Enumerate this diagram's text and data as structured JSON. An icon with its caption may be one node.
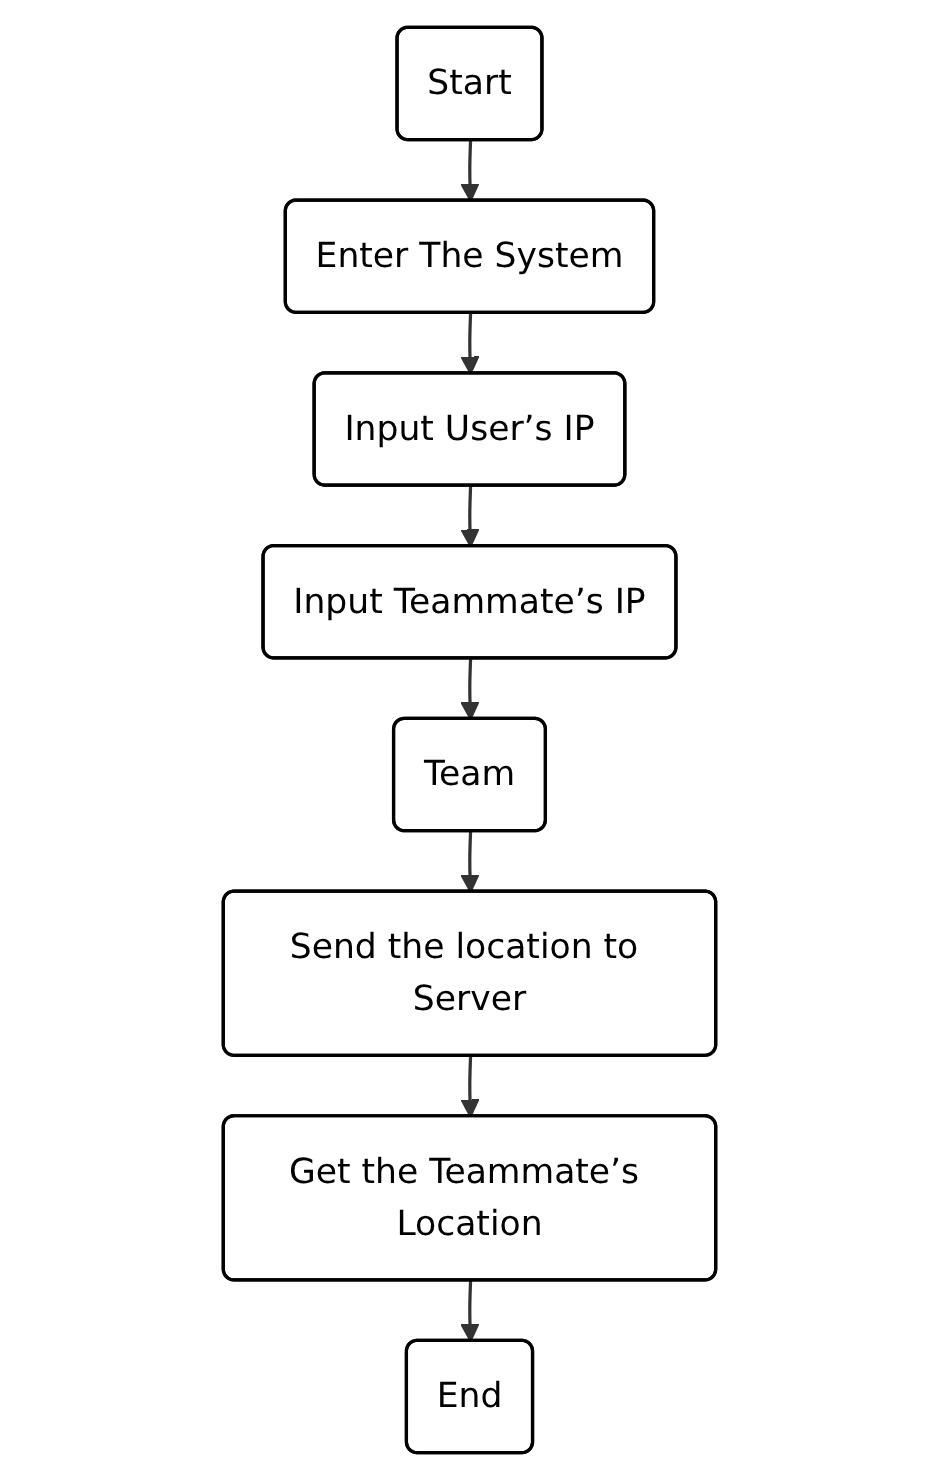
{
  "diagram": {
    "nodes": [
      {
        "text": [
          "Start"
        ]
      },
      {
        "text": [
          "Enter The System"
        ]
      },
      {
        "text": [
          "Input User’s IP"
        ]
      },
      {
        "text": [
          "Input Teammate’s IP"
        ]
      },
      {
        "text": [
          "Team"
        ]
      },
      {
        "text": [
          "Send the location to Server"
        ]
      },
      {
        "text": [
          "Get the Teammate’s Location"
        ]
      },
      {
        "text": [
          "End"
        ]
      }
    ],
    "edges": [
      {
        "from": 0,
        "to": 1,
        "arrow": "to"
      },
      {
        "from": 1,
        "to": 2,
        "arrow": "to"
      },
      {
        "from": 2,
        "to": 3,
        "arrow": "to"
      },
      {
        "from": 3,
        "to": 4,
        "arrow": "to"
      },
      {
        "from": 4,
        "to": 5,
        "arrow": "to"
      },
      {
        "from": 5,
        "to": 6,
        "arrow": "to"
      },
      {
        "from": 6,
        "to": 7,
        "arrow": "to"
      }
    ]
  }
}
